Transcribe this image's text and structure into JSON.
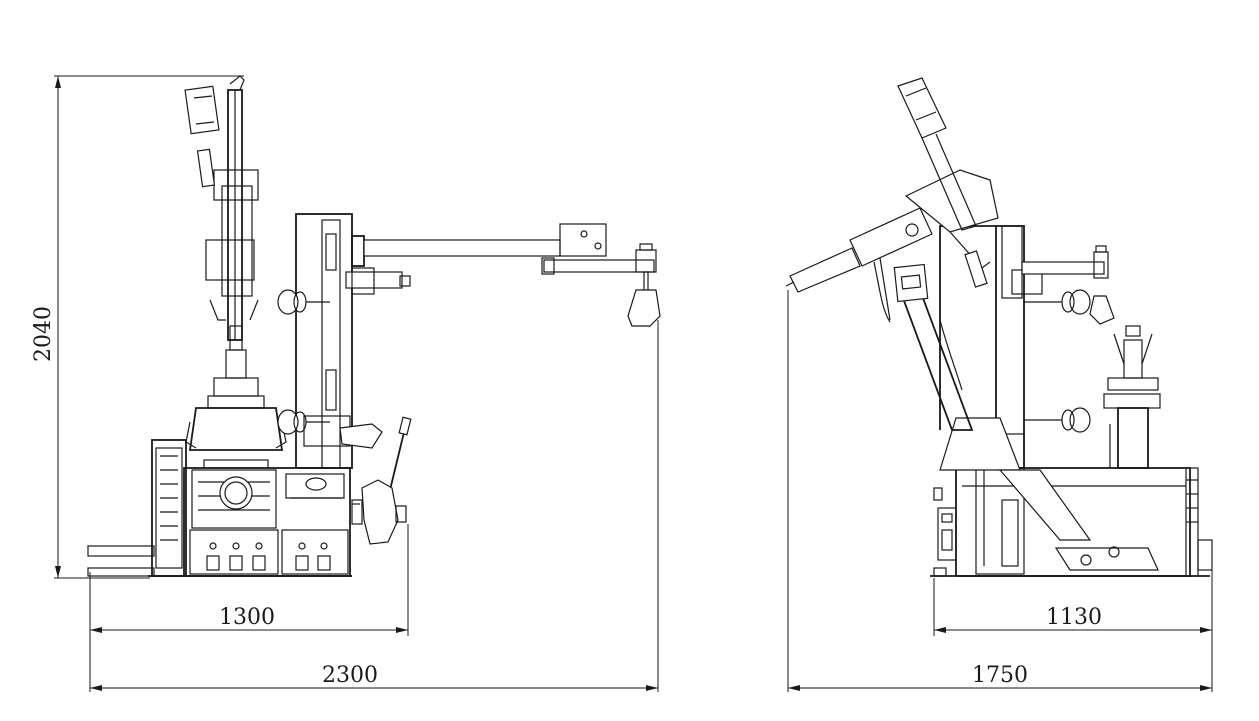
{
  "dimensions": {
    "front_height": "2040",
    "front_base_width": "1300",
    "front_total_width": "2300",
    "side_base_width": "1130",
    "side_total_width": "1750"
  }
}
